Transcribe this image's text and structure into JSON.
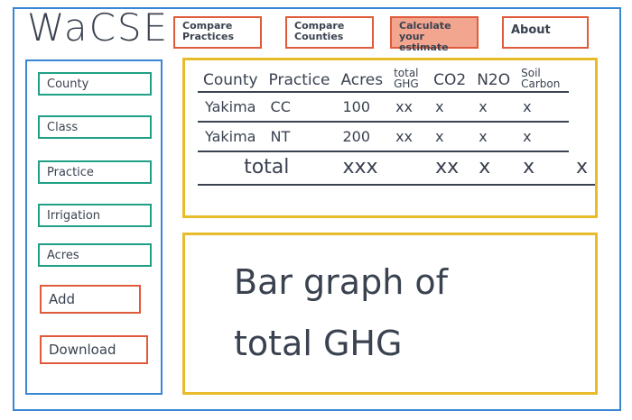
{
  "app": {
    "title": "WaCSE"
  },
  "nav": {
    "items": [
      {
        "label": "Compare Practices"
      },
      {
        "label": "Compare Counties"
      },
      {
        "label": "Calculate your estimate",
        "active": true
      },
      {
        "label": "About"
      }
    ]
  },
  "sidebar": {
    "fields": [
      {
        "label": "County"
      },
      {
        "label": "Class"
      },
      {
        "label": "Practice"
      },
      {
        "label": "Irrigation"
      },
      {
        "label": "Acres"
      }
    ],
    "add_label": "Add",
    "download_label": "Download"
  },
  "table": {
    "headers": [
      "County",
      "Practice",
      "Acres",
      "total GHG",
      "CO2",
      "N2O",
      "Soil Carbon"
    ],
    "rows": [
      [
        "Yakima",
        "CC",
        "100",
        "xx",
        "x",
        "x",
        "x"
      ],
      [
        "Yakima",
        "NT",
        "200",
        "xx",
        "x",
        "x",
        "x"
      ]
    ],
    "total": {
      "label": "total",
      "values": [
        "xxx",
        "xx",
        "x",
        "x",
        "x"
      ]
    }
  },
  "graph": {
    "line1": "Bar graph of",
    "line2": "total GHG"
  },
  "colors": {
    "frame": "#3a86d4",
    "nav_border": "#e05a3c",
    "active_nav": "#f2a58f",
    "field_border": "#1fa085",
    "panel_border": "#e8bb2a"
  }
}
